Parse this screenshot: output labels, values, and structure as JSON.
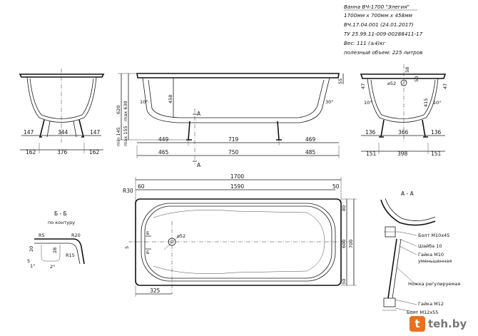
{
  "spec": {
    "lines": [
      "Ванна ВЧ-1700 \"Элегия\"",
      "1700мм х 700мм х 458мм",
      "ВЧ.17.04.001 (24.01.2017)",
      "ТУ 25.99.11-009-00288411-17",
      "Вес: 111 (±4)кг",
      "полезный объем: 225 литров"
    ]
  },
  "front_view": {
    "feet": "147",
    "inner": "344",
    "left": "162",
    "mid": "376",
    "right": "162"
  },
  "side_view": {
    "h620": "620",
    "h630": "max 630",
    "h458": "458",
    "a10": "10°",
    "a30": "30°",
    "h145": "min 145",
    "h155": "max 155",
    "h55": "55",
    "d449": "449",
    "d719": "719",
    "d469": "469",
    "d465": "465",
    "d750": "750",
    "d485": "485",
    "secA": "А",
    "secA2": "А"
  },
  "end_view": {
    "h58": "58",
    "d52": "⌀52",
    "h47l": "47",
    "h47r": "47",
    "h50": "50",
    "h415": "415",
    "a10l": "10°",
    "a10r": "10°",
    "d136": "136",
    "d366": "366",
    "d136r": "136",
    "d151": "151",
    "d398": "398",
    "d151r": "151"
  },
  "plan_view": {
    "len": "1700",
    "inner": "1590",
    "r30": "R30",
    "d60": "60",
    "d50": "50",
    "d80": "80",
    "d600": "600",
    "d700": "700",
    "d50b": "50",
    "drain": "⌀52",
    "d325": "325",
    "d5": "5",
    "sec_b": "Б",
    "sec_b2": "Б"
  },
  "section_b": {
    "title": "Б - Б",
    "subtitle": "по контуру",
    "r5": "R5",
    "r20": "R20",
    "r15": "R15",
    "d20": "20",
    "d28": "28",
    "a1": "1°",
    "a2": "2°",
    "d5": "5"
  },
  "section_a": {
    "title": "А - А",
    "callouts": [
      "Болт М10х45",
      "Шайба 10",
      "Гайка М10",
      "уменьшенная",
      "Ножка регулируемая",
      "Гайка М12",
      "Болт М12х55"
    ]
  },
  "watermark": {
    "icon": "t",
    "text": "teh.by"
  }
}
